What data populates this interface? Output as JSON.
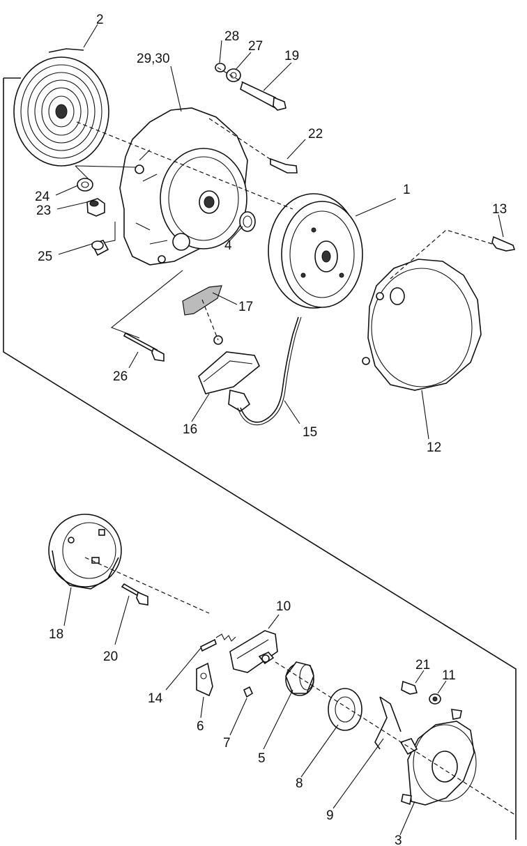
{
  "diagram": {
    "callouts": [
      {
        "id": "c2",
        "text": "2"
      },
      {
        "id": "c28",
        "text": "28"
      },
      {
        "id": "c27",
        "text": "27"
      },
      {
        "id": "c29_30",
        "text": "29,30"
      },
      {
        "id": "c19",
        "text": "19"
      },
      {
        "id": "c22",
        "text": "22"
      },
      {
        "id": "c24",
        "text": "24"
      },
      {
        "id": "c23",
        "text": "23"
      },
      {
        "id": "c25",
        "text": "25"
      },
      {
        "id": "c1",
        "text": "1"
      },
      {
        "id": "c13",
        "text": "13"
      },
      {
        "id": "c4",
        "text": "4"
      },
      {
        "id": "c17",
        "text": "17"
      },
      {
        "id": "c26",
        "text": "26"
      },
      {
        "id": "c16",
        "text": "16"
      },
      {
        "id": "c15",
        "text": "15"
      },
      {
        "id": "c12",
        "text": "12"
      },
      {
        "id": "c10",
        "text": "10"
      },
      {
        "id": "c18",
        "text": "18"
      },
      {
        "id": "c20",
        "text": "20"
      },
      {
        "id": "c21",
        "text": "21"
      },
      {
        "id": "c11",
        "text": "11"
      },
      {
        "id": "c14",
        "text": "14"
      },
      {
        "id": "c6",
        "text": "6"
      },
      {
        "id": "c7",
        "text": "7"
      },
      {
        "id": "c5",
        "text": "5"
      },
      {
        "id": "c8",
        "text": "8"
      },
      {
        "id": "c9",
        "text": "9"
      },
      {
        "id": "c3",
        "text": "3"
      }
    ]
  }
}
